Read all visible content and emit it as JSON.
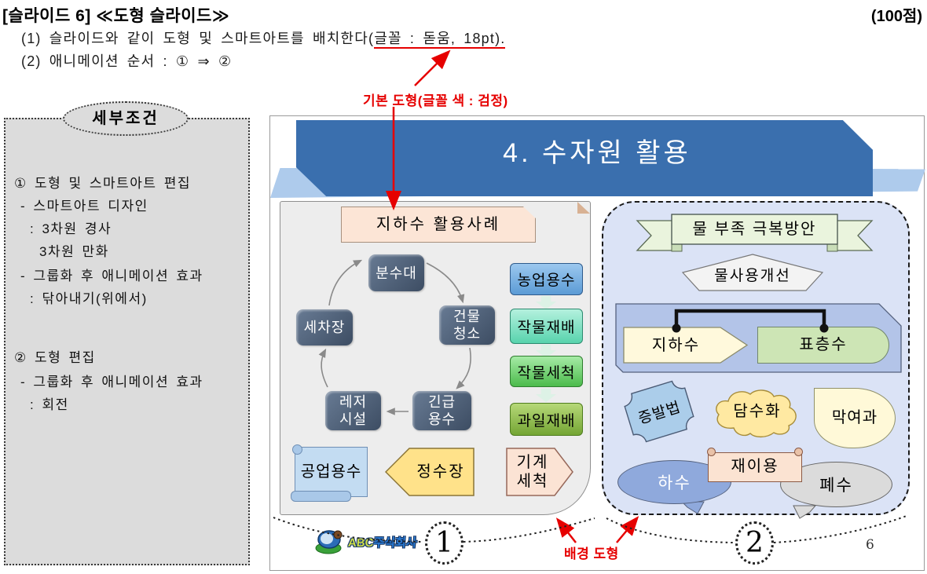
{
  "header": {
    "title": "[슬라이드 6] ≪도형 슬라이드≫",
    "points": "(100점)",
    "instruction1_prefix": "(1) 슬라이드와 같이 도형 및 스마트아트를 배치한다(",
    "instruction1_underlined": "글꼴 : 돋움, 18pt).",
    "instruction2": "(2) 애니메이션 순서 : ① ⇒ ②"
  },
  "annotations": {
    "basic_shape": "기본 도형(글꼴 색 : 검정)",
    "background_shape": "배경 도형",
    "accent_color": "#e60000"
  },
  "conditions": {
    "title": "세부조건",
    "items": [
      {
        "text": "① 도형 및 스마트아트 편집"
      },
      {
        "text": "- 스마트아트 디자인"
      },
      {
        "text": ": 3차원 경사"
      },
      {
        "text": "3차원 만화"
      },
      {
        "text": "- 그룹화 후 애니메이션 효과"
      },
      {
        "text": ": 닦아내기(위에서)"
      },
      {
        "text": "② 도형 편집"
      },
      {
        "text": "- 그룹화 후 애니메이션 효과"
      },
      {
        "text": ": 회전"
      }
    ]
  },
  "slide": {
    "title": "4. 수자원 활용",
    "page_number": "6",
    "logo": {
      "abc": "ABC",
      "company": "주식회사"
    },
    "group1": {
      "badge": "1",
      "header": "지하수 활용사례",
      "cycle": {
        "top": "분수대",
        "right": "건물\n청소",
        "bottom_right": "긴급\n용수",
        "bottom_left": "레저\n시설",
        "left": "세차장"
      },
      "process": [
        "농업용수",
        "작물재배",
        "작물세척",
        "과일재배"
      ],
      "scroll": "공업용수",
      "arrow_left": "정수장",
      "arrow_right": "기계\n세척"
    },
    "group2": {
      "badge": "2",
      "ribbon": "물 부족 극복방안",
      "pentagon": "물사용개선",
      "source_left": "지하수",
      "source_right": "표층수",
      "method1": "증발법",
      "method2": "담수화",
      "method3": "막여과",
      "bubble_left": "하수",
      "scroll": "재이용",
      "bubble_right": "폐수"
    },
    "colors": {
      "title_banner": "#3a6fae",
      "title_ribbon": "#aecbec",
      "panel1_bg": "#ededed",
      "panel2_bg": "#dbe3f6",
      "header_shape": "#fce5d6",
      "cycle_node": "#46566c",
      "process_blue": "#6fa8dc",
      "process_teal": "#7ce0c3",
      "process_green": "#63cf63",
      "process_olive": "#85b747",
      "scroll_blue": "#c3dcf2",
      "arrow_yellow": "#ffe28a",
      "arrow_peach": "#fbe3d4",
      "ribbon_green": "#eaf4dd",
      "container_blue": "#b3c4e8",
      "source_yellow": "#fff9dc",
      "source_green": "#cde5b5",
      "method_blue": "#abcdea",
      "cloud_yellow": "#ffe9a2",
      "tear_yellow": "#fff9d8",
      "bubble_blue": "#8fa9dc",
      "scroll_peach": "#fbe3d2",
      "bubble_gray": "#dbdbdb"
    }
  }
}
